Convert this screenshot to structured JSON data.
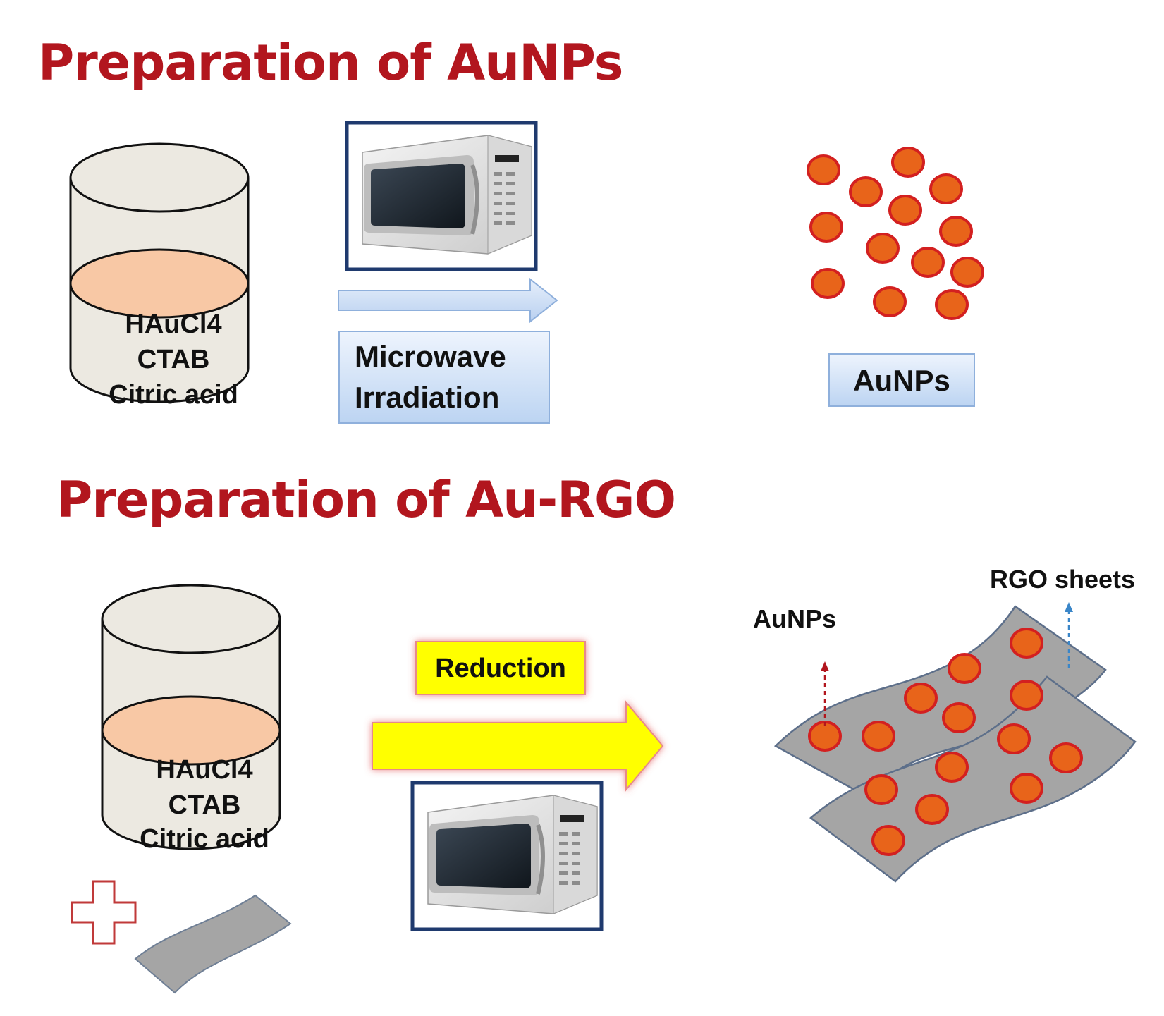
{
  "section1": {
    "title": "Preparation of AuNPs",
    "beaker_labels": [
      "HAuCl4",
      "CTAB",
      "Citric acid"
    ],
    "process_label": [
      "Microwave",
      "Irradiation"
    ],
    "product_label": "AuNPs"
  },
  "section2": {
    "title": "Preparation of Au-RGO",
    "beaker_labels": [
      "HAuCl4",
      "CTAB",
      "Citric acid"
    ],
    "process_label": "Reduction",
    "aunps_label": "AuNPs",
    "rgo_label": "RGO sheets"
  },
  "colors": {
    "title": "#b2161e",
    "nanoparticle_fill": "#e8641a",
    "nanoparticle_stroke": "#d32020",
    "solution": "#f8c8a5",
    "beaker": "#ece9e1",
    "sheet": "#a5a5a5",
    "reduction_box": "#ffff00",
    "blue_arrow": "#cfe0f7"
  },
  "icons": [
    "microwave-icon",
    "plus-icon",
    "beaker-icon",
    "rgo-sheet-icon"
  ]
}
